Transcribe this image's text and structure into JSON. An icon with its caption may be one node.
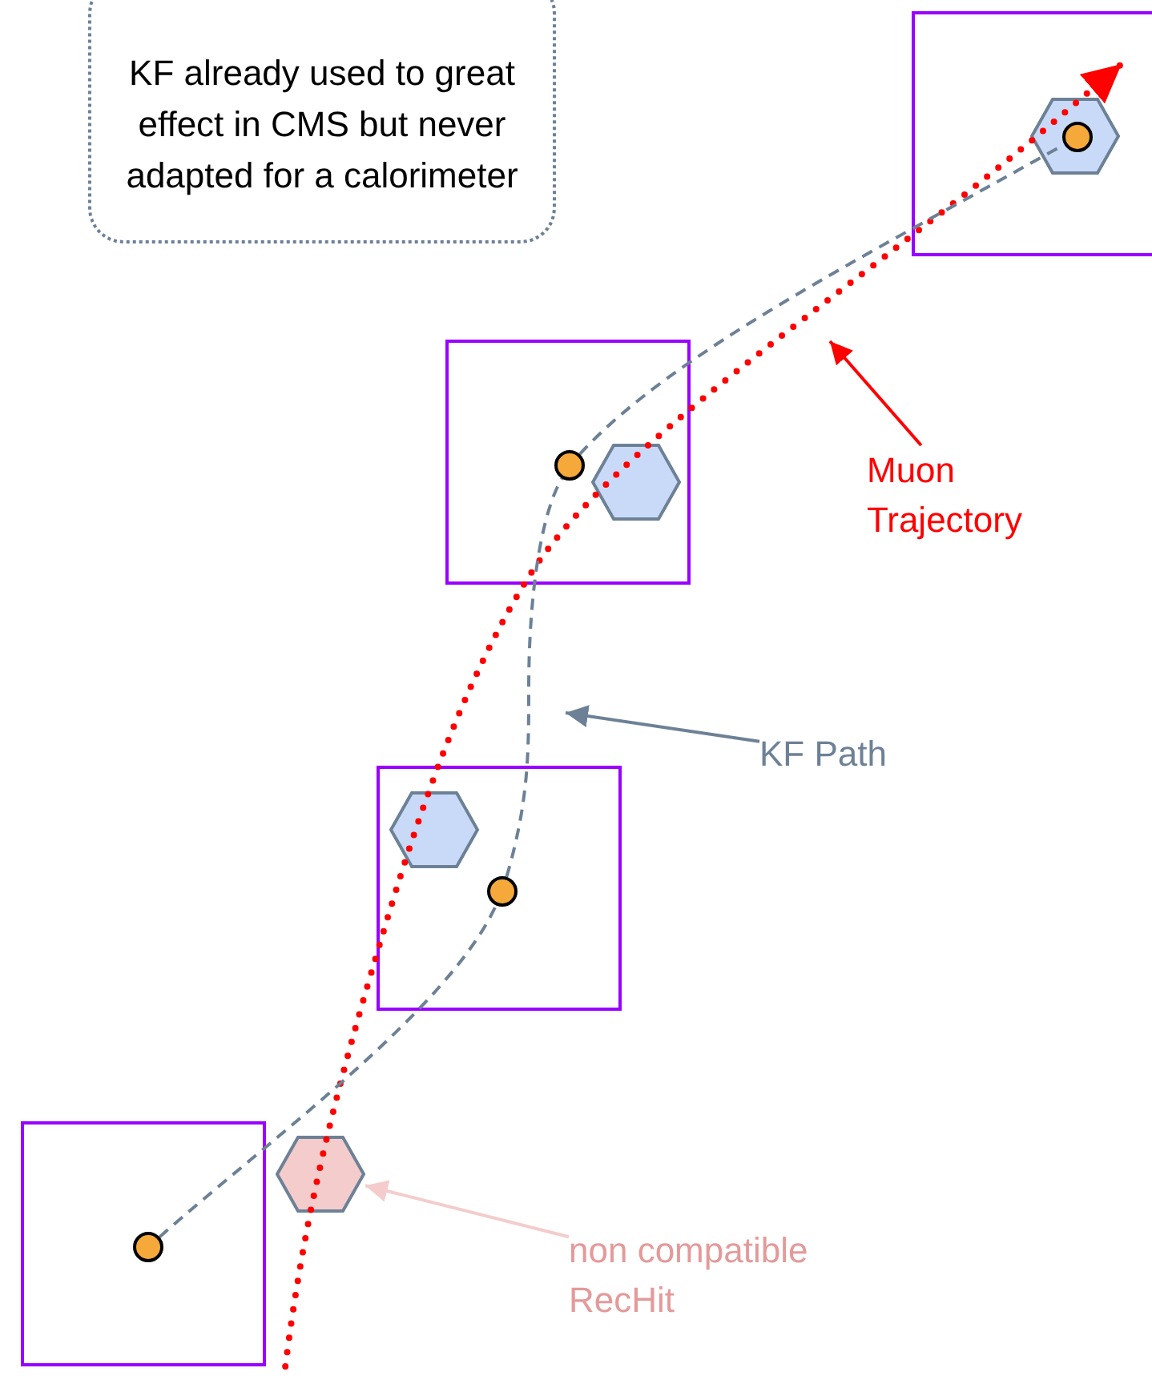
{
  "diagram": {
    "nodes": [
      {
        "text": [
          "KF already used to great effect in CMS but never adapted for a calorimeter"
        ]
      },
      {
        "text": [],
        "shape": "box"
      },
      {
        "text": [],
        "shape": "hexagon",
        "in": 1
      },
      {
        "text": [],
        "shape": "circle",
        "in": 2
      },
      {
        "text": [],
        "shape": "box"
      },
      {
        "text": [],
        "shape": "circle",
        "in": 4
      },
      {
        "text": [],
        "shape": "hexagon",
        "in": 4
      },
      {
        "text": [
          "Muon Trajectory"
        ]
      },
      {
        "text": [],
        "shape": "box"
      },
      {
        "text": [
          "KF Path"
        ]
      },
      {
        "text": [],
        "shape": "hexagon",
        "in": 8
      },
      {
        "text": [],
        "shape": "circle",
        "in": 8
      },
      {
        "text": [],
        "shape": "box"
      },
      {
        "text": [],
        "shape": "hexagon"
      },
      {
        "text": [],
        "shape": "circle",
        "in": 12
      },
      {
        "text": [
          "non compatible RecHit"
        ]
      }
    ],
    "edges": [
      {
        "from": 14,
        "to": 11,
        "arrow": "none",
        "style": "dashed"
      },
      {
        "from": 11,
        "to": 5,
        "arrow": "none",
        "style": "dashed"
      },
      {
        "from": 5,
        "to": 3,
        "arrow": "none",
        "style": "dashed"
      },
      {
        "from": 7,
        "to": null,
        "arrow": "to",
        "color": "#ff0000"
      },
      {
        "from": 9,
        "to": null,
        "arrow": "to"
      },
      {
        "from": 15,
        "to": 13,
        "arrow": "to",
        "color": "#f4cccc"
      }
    ]
  }
}
